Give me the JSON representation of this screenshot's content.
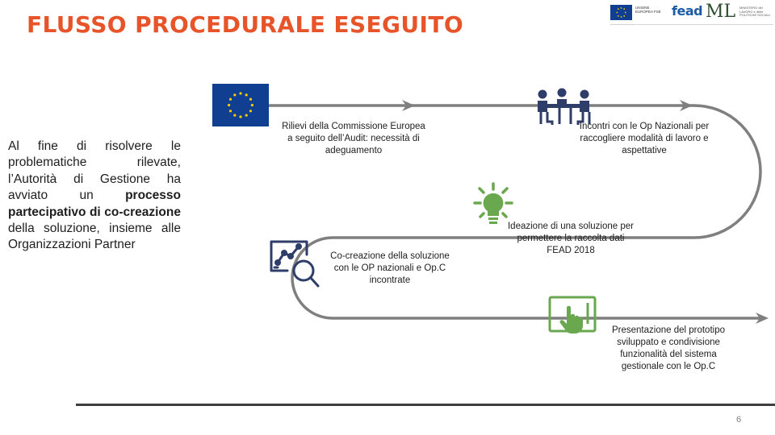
{
  "header": {
    "title": "FLUSSO PROCEDURALE ESEGUITO",
    "logo_eu_text": "UNIONE EUROPEA FSE",
    "logo_fead_text": "fead",
    "logo_ml_text": "ML",
    "logo_ml_caption": "MINISTERO del LAVORO e delle POLITICHE SOCIALI"
  },
  "intro": {
    "p1": "Al fine di risolvere le problematiche rilevate, l’Autorità di Gestione ha avviato un ",
    "b1": "processo partecipativo di co-creazione",
    "p2": " della soluzione, insieme alle Organizzazioni Partner"
  },
  "steps": [
    {
      "icon": "eu-flag-icon",
      "text": "Rilievi della Commissione Europea a seguito dell’Audit: necessità di adeguamento"
    },
    {
      "icon": "meeting-people-icon",
      "text": "Incontri con le Op Nazionali per raccogliere modalità di lavoro e aspettative"
    },
    {
      "icon": "lightbulb-icon",
      "text": "Ideazione di una soluzione per permettere la raccolta dati FEAD 2018"
    },
    {
      "icon": "analysis-magnifier-icon",
      "text": "Co-creazione della soluzione con le OP nazionali e Op.C incontrate"
    },
    {
      "icon": "touch-screen-icon",
      "text": "Presentazione del prototipo sviluppato e condivisione funzionalità del sistema gestionale con le Op.C"
    }
  ],
  "colors": {
    "title": "#e8542a",
    "path": "#7f7f7f",
    "icons_dark": "#2f3e69",
    "icons_green": "#6aa84f",
    "eu_blue": "#103f91",
    "eu_star": "#ffcc00"
  },
  "footer": {
    "page_number": "6"
  }
}
